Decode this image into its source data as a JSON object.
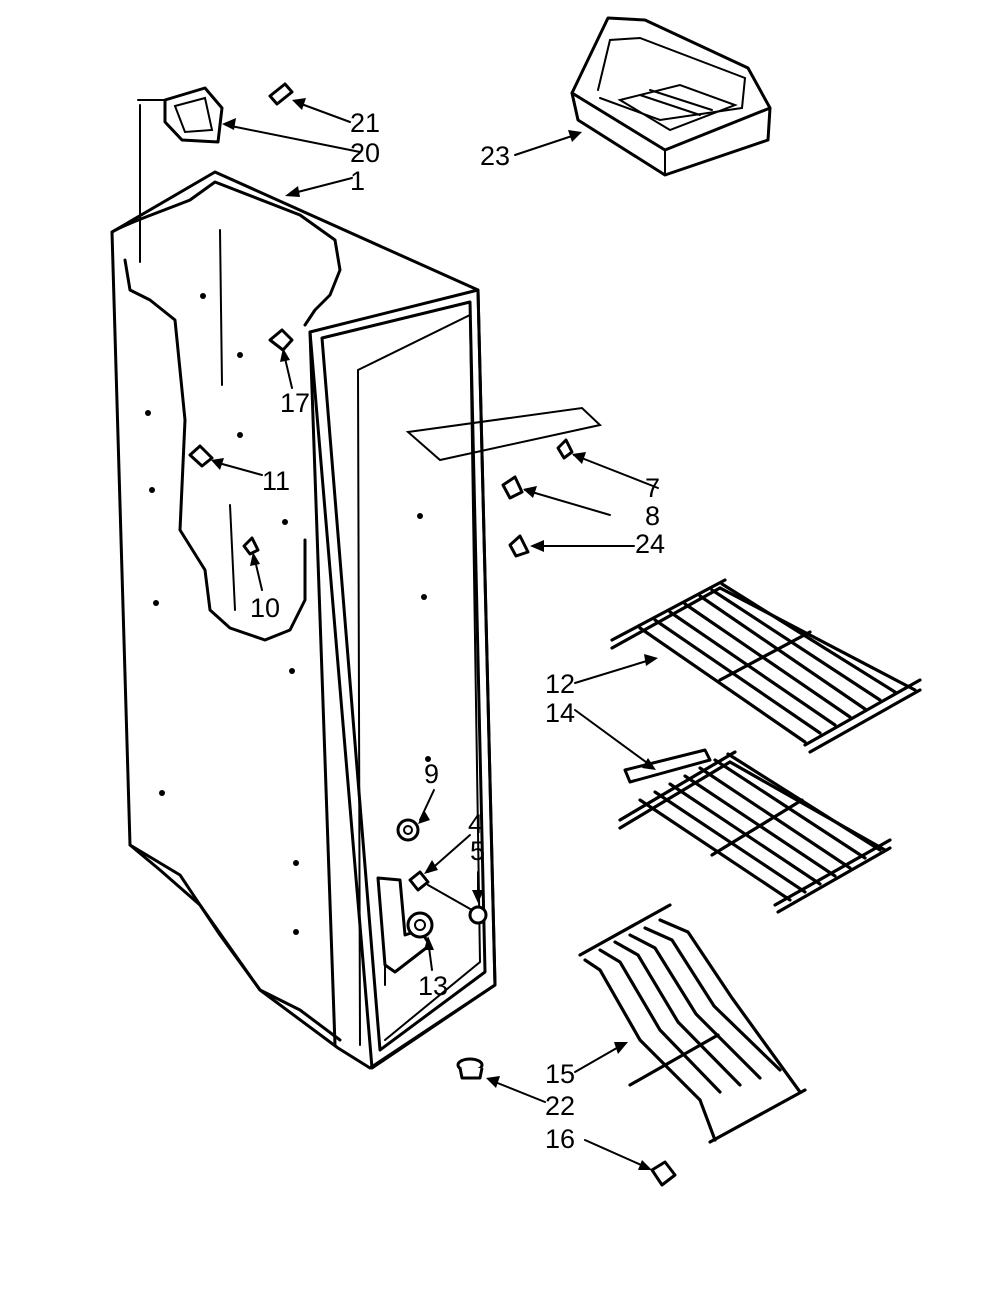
{
  "callouts": {
    "c1": "1",
    "c4": "4",
    "c5": "5",
    "c7": "7",
    "c8": "8",
    "c9": "9",
    "c10": "10",
    "c11": "11",
    "c12": "12",
    "c13": "13",
    "c14": "14",
    "c15": "15",
    "c16": "16",
    "c17": "17",
    "c20": "20",
    "c21": "21",
    "c22": "22",
    "c23": "23",
    "c24": "24"
  }
}
